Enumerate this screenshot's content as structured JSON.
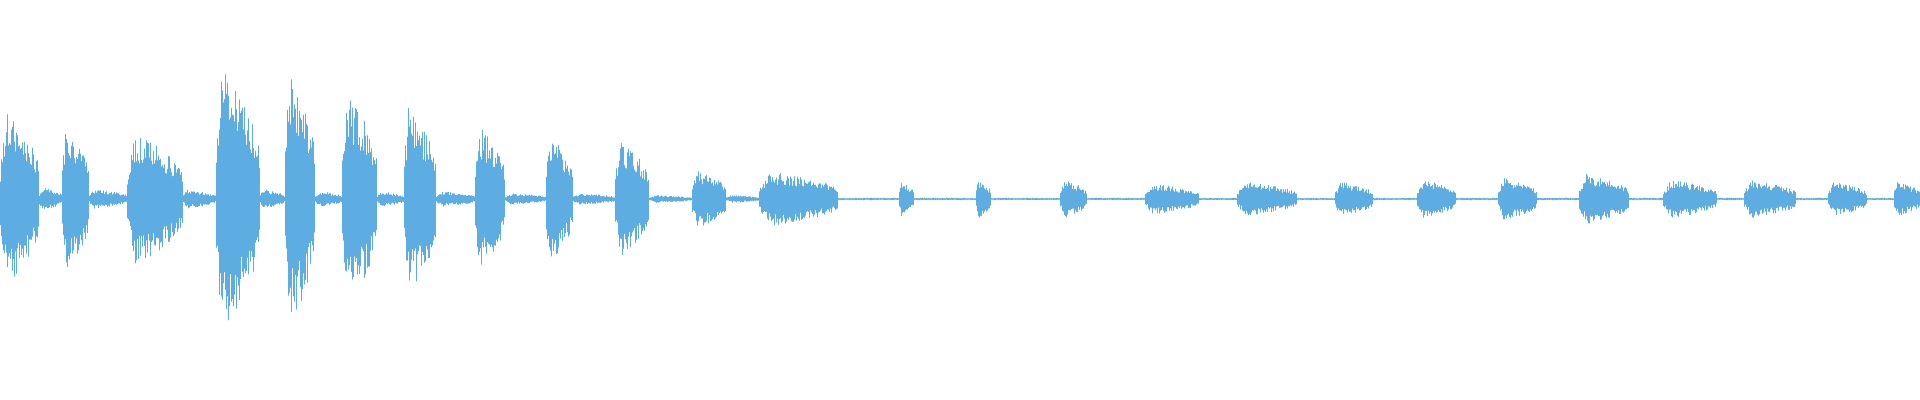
{
  "waveform": {
    "color": "#5DADE2",
    "background": "#ffffff",
    "segments": [
      {
        "start": 0.0,
        "end": 0.02,
        "amp": 0.45
      },
      {
        "start": 0.02,
        "end": 0.032,
        "amp": 0.06
      },
      {
        "start": 0.032,
        "end": 0.046,
        "amp": 0.38
      },
      {
        "start": 0.046,
        "end": 0.066,
        "amp": 0.05
      },
      {
        "start": 0.066,
        "end": 0.095,
        "amp": 0.34
      },
      {
        "start": 0.095,
        "end": 0.112,
        "amp": 0.05
      },
      {
        "start": 0.112,
        "end": 0.135,
        "amp": 0.68
      },
      {
        "start": 0.135,
        "end": 0.148,
        "amp": 0.05
      },
      {
        "start": 0.148,
        "end": 0.164,
        "amp": 0.66
      },
      {
        "start": 0.164,
        "end": 0.178,
        "amp": 0.04
      },
      {
        "start": 0.178,
        "end": 0.196,
        "amp": 0.55
      },
      {
        "start": 0.196,
        "end": 0.21,
        "amp": 0.04
      },
      {
        "start": 0.21,
        "end": 0.227,
        "amp": 0.48
      },
      {
        "start": 0.227,
        "end": 0.247,
        "amp": 0.04
      },
      {
        "start": 0.247,
        "end": 0.263,
        "amp": 0.38
      },
      {
        "start": 0.263,
        "end": 0.284,
        "amp": 0.03
      },
      {
        "start": 0.284,
        "end": 0.298,
        "amp": 0.34
      },
      {
        "start": 0.298,
        "end": 0.32,
        "amp": 0.03
      },
      {
        "start": 0.32,
        "end": 0.338,
        "amp": 0.3
      },
      {
        "start": 0.338,
        "end": 0.36,
        "amp": 0.02
      },
      {
        "start": 0.36,
        "end": 0.378,
        "amp": 0.15
      },
      {
        "start": 0.378,
        "end": 0.395,
        "amp": 0.02
      },
      {
        "start": 0.395,
        "end": 0.436,
        "amp": 0.14
      },
      {
        "start": 0.468,
        "end": 0.476,
        "amp": 0.09
      },
      {
        "start": 0.508,
        "end": 0.516,
        "amp": 0.1
      },
      {
        "start": 0.552,
        "end": 0.566,
        "amp": 0.1
      },
      {
        "start": 0.596,
        "end": 0.624,
        "amp": 0.08
      },
      {
        "start": 0.644,
        "end": 0.675,
        "amp": 0.09
      },
      {
        "start": 0.695,
        "end": 0.715,
        "amp": 0.09
      },
      {
        "start": 0.738,
        "end": 0.758,
        "amp": 0.1
      },
      {
        "start": 0.78,
        "end": 0.8,
        "amp": 0.11
      },
      {
        "start": 0.822,
        "end": 0.848,
        "amp": 0.13
      },
      {
        "start": 0.866,
        "end": 0.894,
        "amp": 0.1
      },
      {
        "start": 0.908,
        "end": 0.935,
        "amp": 0.1
      },
      {
        "start": 0.952,
        "end": 0.972,
        "amp": 0.09
      },
      {
        "start": 0.986,
        "end": 1.0,
        "amp": 0.09
      }
    ],
    "baseline_amp": 0.006
  }
}
